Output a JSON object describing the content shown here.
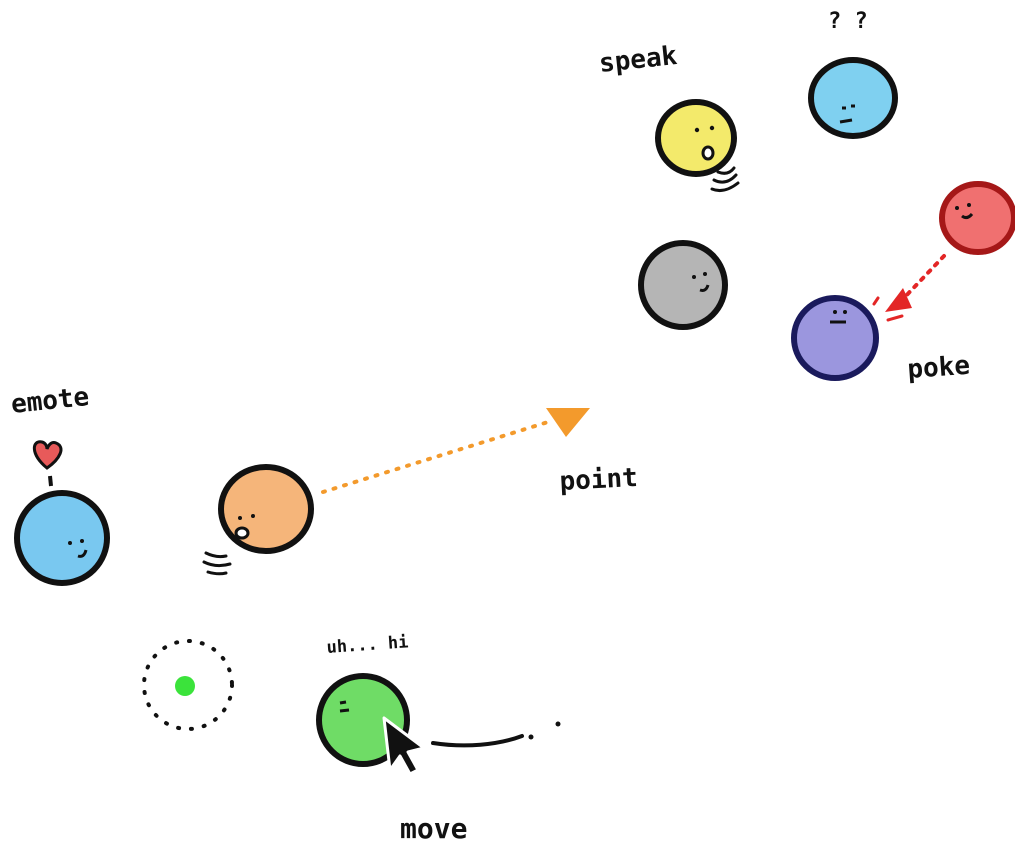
{
  "labels": {
    "speak": "speak",
    "emote": "emote",
    "point": "point",
    "poke": "poke",
    "move": "move",
    "greeting": "uh... hi",
    "confused": "? ?"
  },
  "characters": [
    {
      "name": "speaker",
      "color": "#f3ea6b"
    },
    {
      "name": "confused",
      "color": "#7fd0f0"
    },
    {
      "name": "idle",
      "color": "#b5b5b5"
    },
    {
      "name": "poker",
      "color": "#f07070"
    },
    {
      "name": "poked",
      "color": "#9b96de"
    },
    {
      "name": "emoter",
      "color": "#79c8f0"
    },
    {
      "name": "pointer",
      "color": "#f5b57a"
    },
    {
      "name": "mover",
      "color": "#6fdc66"
    }
  ],
  "accents": {
    "heart": "#e85a5a",
    "point_arrow": "#f39a2c",
    "poke_arrow": "#e32626",
    "target_dot": "#3be33b"
  }
}
